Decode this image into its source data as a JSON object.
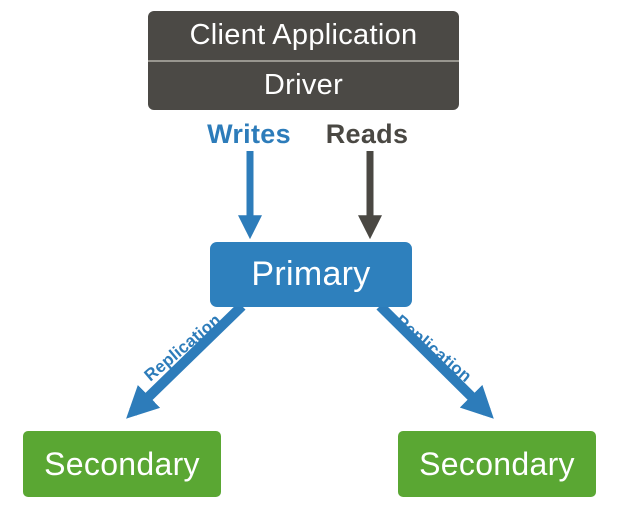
{
  "colors": {
    "background": "#ffffff",
    "box_gray": "#4b4945",
    "divider_gray": "#98968f",
    "blue_box": "#2e80bd",
    "blue_arrow": "#2d7cba",
    "gray_arrow": "#4a4843",
    "green": "#5aa733"
  },
  "nodes": {
    "client": {
      "line1": "Client Application",
      "line2": "Driver"
    },
    "primary": {
      "label": "Primary"
    },
    "secondary_left": {
      "label": "Secondary"
    },
    "secondary_right": {
      "label": "Secondary"
    }
  },
  "edges": {
    "writes": {
      "label": "Writes"
    },
    "reads": {
      "label": "Reads"
    },
    "replication_left": {
      "label": "Replication"
    },
    "replication_right": {
      "label": "Replication"
    }
  }
}
